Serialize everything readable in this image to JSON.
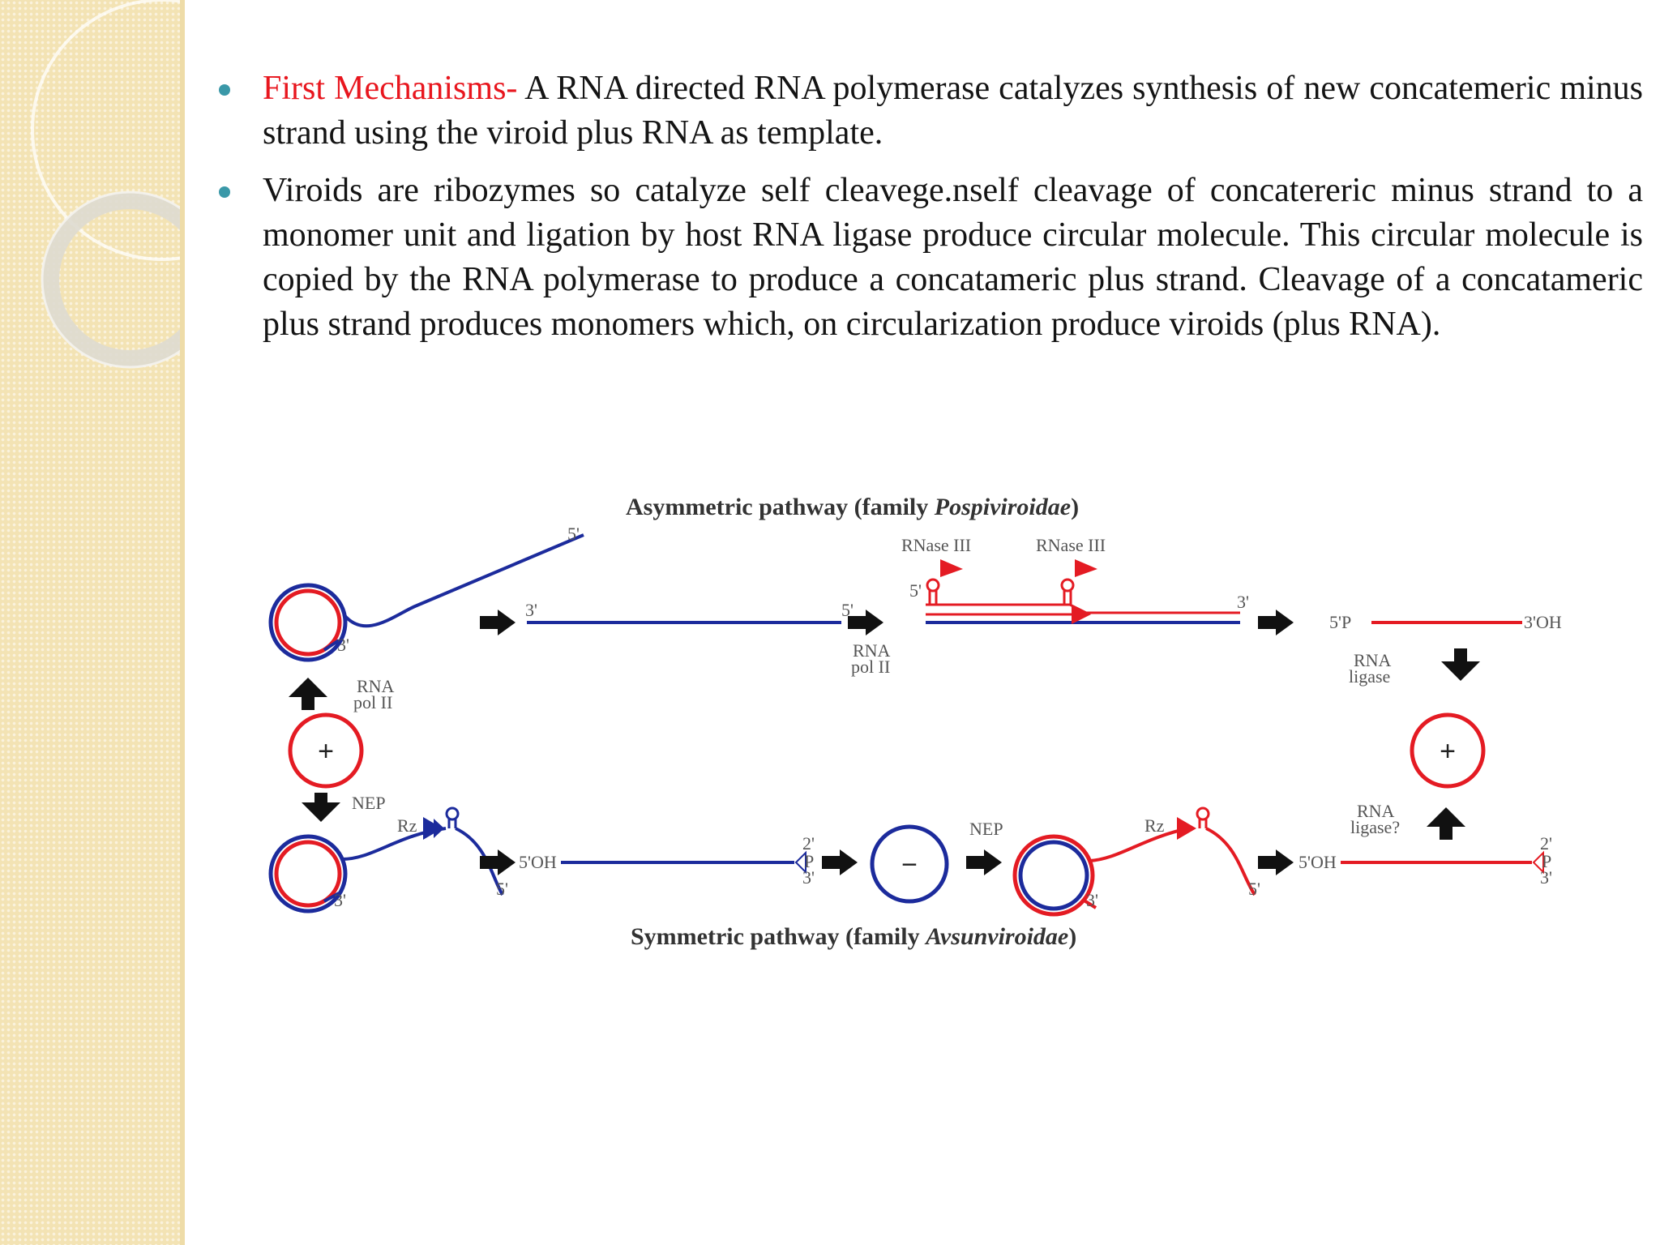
{
  "bullets": [
    {
      "lead": "First Mechanisms-",
      "text": " A RNA  directed RNA polymerase catalyzes synthesis of new concatemeric minus strand using the viroid plus RNA as template."
    },
    {
      "lead": "",
      "text": "Viroids are ribozymes so catalyze self cleavege.nself cleavage of  concatereric minus strand to a monomer unit and ligation by host RNA ligase produce circular molecule. This circular molecule is copied by the RNA polymerase to produce a concatameric plus strand. Cleavage of a concatameric plus strand produces monomers which, on circularization produce viroids (plus RNA)."
    }
  ],
  "diagram": {
    "top_title": "Asymmetric pathway (family ",
    "top_family": "Pospiviroidae",
    "top_close": ")",
    "bottom_title": "Symmetric pathway (family ",
    "bottom_family": "Avsunviroidae",
    "bottom_close": ")",
    "rna": "RNA",
    "pol2": "pol II",
    "ligase": "ligase",
    "ligase_q": "ligase?",
    "nep": "NEP",
    "rz": "Rz",
    "rnase3": "RNase III",
    "plus": "+",
    "minus": "−",
    "p5": "5'",
    "p3": "3'",
    "p5p": "5'P",
    "p3oh": "3'OH",
    "p5oh": "5'OH",
    "p2": "2'",
    "pP": "P"
  },
  "colors": {
    "plus_strand": "#e41b23",
    "minus_strand": "#1c2b9c",
    "bullet": "#3a98a8",
    "lead_text": "#e8161e"
  }
}
